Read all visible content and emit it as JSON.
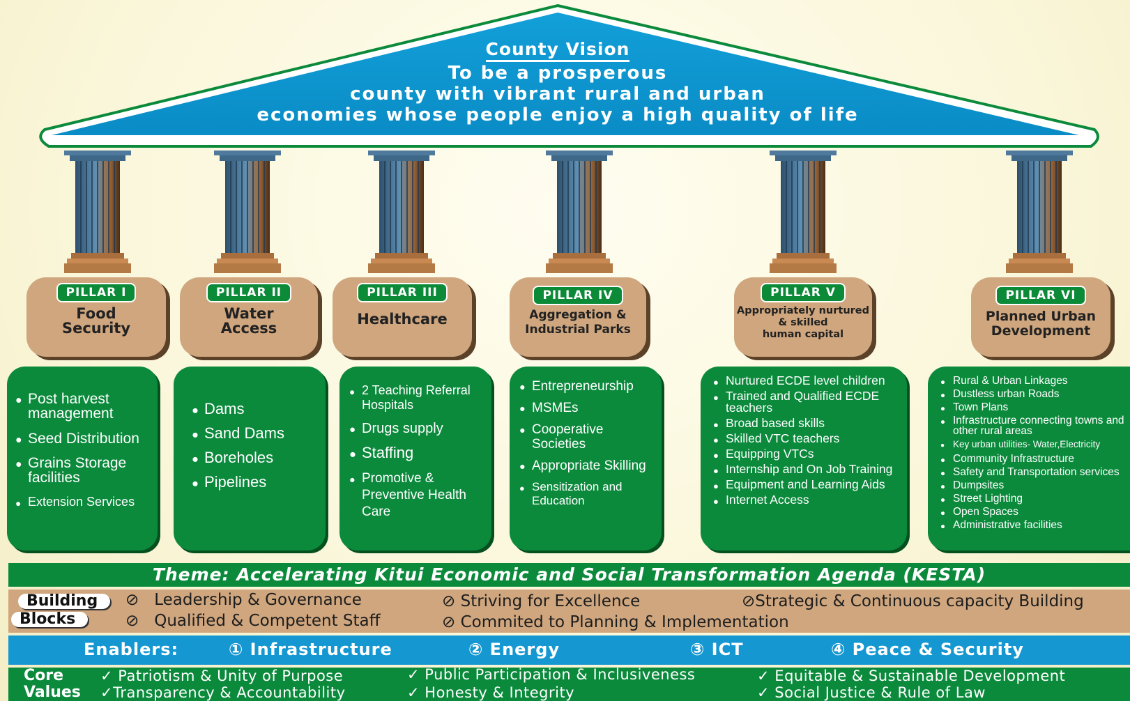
{
  "vision": {
    "title": "County Vision",
    "lines": [
      "To be a prosperous",
      "county with vibrant rural and urban",
      "economies whose  people enjoy a high quality of life"
    ]
  },
  "colors": {
    "roof_blue": "#0f96cf",
    "green": "#0b8a3c",
    "tan": "#cfa67e",
    "enablers_blue": "#1597d2"
  },
  "pillars": [
    {
      "badge": "PILLAR I",
      "name_lines": [
        "Food",
        "Security"
      ],
      "items": [
        "Post harvest management",
        "Seed Distribution",
        "Grains Storage facilities",
        "Extension Services"
      ]
    },
    {
      "badge": "PILLAR II",
      "name_lines": [
        "Water",
        "Access"
      ],
      "items": [
        "Dams",
        "Sand Dams",
        "Boreholes",
        "Pipelines"
      ]
    },
    {
      "badge": "PILLAR III",
      "name_lines": [
        "Healthcare"
      ],
      "items": [
        "2 Teaching Referral Hospitals",
        "Drugs supply",
        "Staffing",
        "Promotive & Preventive Health Care"
      ]
    },
    {
      "badge": "PILLAR IV",
      "name_lines": [
        "Aggregation &",
        "Industrial Parks"
      ],
      "items": [
        "Entrepreneurship",
        "MSMEs",
        "Cooperative Societies",
        "Appropriate Skilling",
        "Sensitization and Education"
      ]
    },
    {
      "badge": "PILLAR V",
      "name_lines": [
        "Appropriately nurtured",
        "& skilled",
        "human capital"
      ],
      "items": [
        "Nurtured ECDE level children",
        "Trained and Qualified ECDE teachers",
        "Broad based skills",
        "Skilled VTC teachers",
        "Equipping VTCs",
        "Internship and On Job Training",
        "Equipment and Learning Aids",
        "Internet Access"
      ]
    },
    {
      "badge": "PILLAR VI",
      "name_lines": [
        "Planned Urban",
        "Development"
      ],
      "items": [
        "Rural & Urban Linkages",
        "Dustless urban Roads",
        "Town Plans",
        "Infrastructure connecting towns and other rural areas",
        "Key urban utilities- Water,Electricity",
        "Community Infrastructure",
        "Safety and Transportation services",
        "Dumpsites",
        "Street Lighting",
        "Open Spaces",
        "Administrative facilities"
      ]
    }
  ],
  "theme": "Theme: Accelerating Kitui Economic and Social Transformation Agenda (KESTA)",
  "building_blocks": {
    "label_1": "Building",
    "label_2": "Blocks",
    "items": [
      "Leadership & Governance",
      "Qualified & Competent Staff",
      "Striving for Excellence",
      "Commited to Planning & Implementation",
      "Strategic & Continuous capacity Building"
    ]
  },
  "enablers": {
    "label": "Enablers:",
    "items": [
      "① Infrastructure",
      "② Energy",
      "③ ICT",
      "④ Peace & Security"
    ]
  },
  "core_values": {
    "label_1": "Core",
    "label_2": "Values",
    "items": [
      "Patriotism & Unity of Purpose",
      "Transparency &  Accountability",
      "Public Participation & Inclusiveness",
      "Honesty & Integrity",
      "Equitable & Sustainable Development",
      "Social Justice & Rule of Law"
    ]
  }
}
